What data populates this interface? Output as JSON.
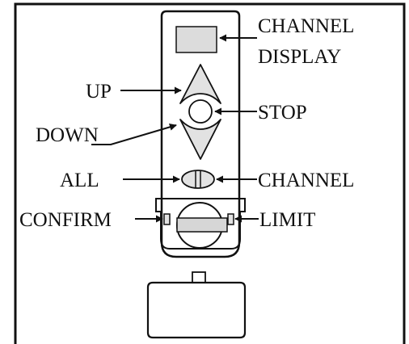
{
  "labels": {
    "channel_display_line1": "CHANNEL",
    "channel_display_line2": "DISPLAY",
    "up": "UP",
    "stop": "STOP",
    "down": "DOWN",
    "all": "ALL",
    "channel": "CHANNEL",
    "confirm": "CONFIRM",
    "limit": "LIMIT"
  },
  "colors": {
    "ink": "#111111",
    "display_fill": "#dcdcdc",
    "button_fill": "#e2e2e2",
    "dial_fill": "#d6d6d6",
    "background": "#ffffff"
  }
}
